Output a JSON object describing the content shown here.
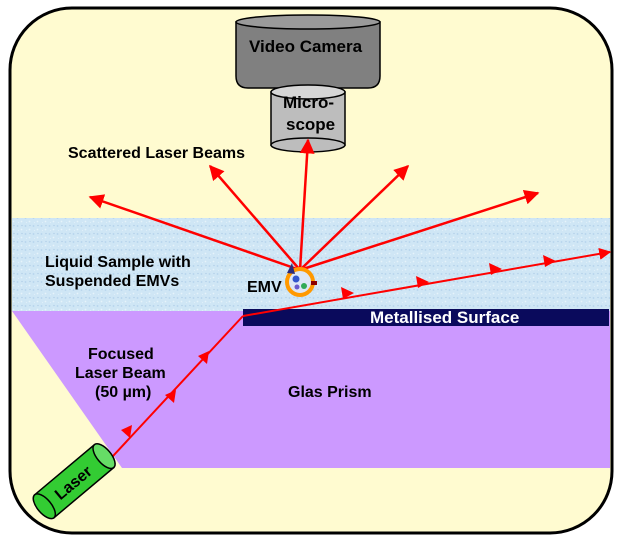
{
  "labels": {
    "video_camera": "Video Camera",
    "microscope_line1": "Micro-",
    "microscope_line2": "scope",
    "scattered_beams": "Scattered Laser Beams",
    "liquid_sample_line1": "Liquid Sample with",
    "liquid_sample_line2": "Suspended EMVs",
    "emv": "EMV",
    "metallised_surface": "Metallised Surface",
    "focused_beam_line1": "Focused",
    "focused_beam_line2": "Laser Beam",
    "focused_beam_line3": "(50 µm)",
    "glas_prism": "Glas Prism",
    "laser": "Laser"
  },
  "colors": {
    "background_panel": "#fffbd0",
    "panel_border": "#000000",
    "liquid_layer": "#cfe6f5",
    "prism": "#cc99ff",
    "metal_strip": "#0a0a5c",
    "camera_body": "#808080",
    "microscope": "#bdbdbd",
    "beam": "#ff0000",
    "laser_tube": "#33cc33",
    "emv_ring": "#ff9900"
  }
}
